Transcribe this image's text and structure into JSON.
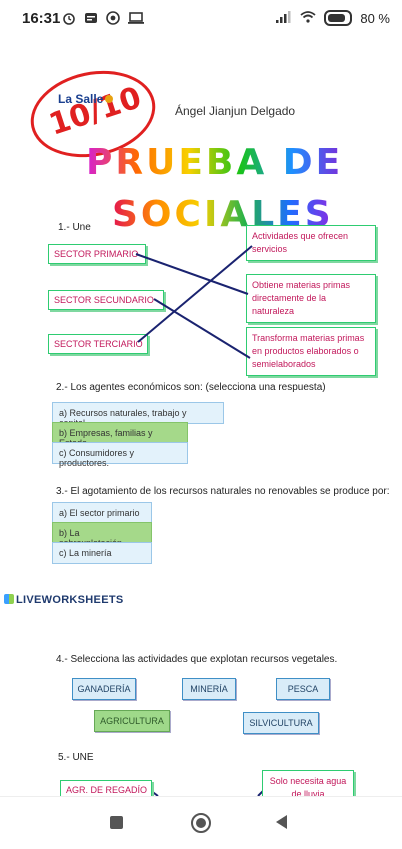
{
  "status_bar": {
    "time": "16:31",
    "battery": "80 %"
  },
  "header": {
    "logo": "La Salle",
    "stamp": "10/10",
    "student": "Ángel Jianjun Delgado",
    "title_line1": "PRUEBA DE",
    "title_line2": "SOCIALES"
  },
  "q1": {
    "label": "1.- Une",
    "left": [
      "SECTOR PRIMARIO",
      "SECTOR SECUNDARIO",
      "SECTOR TERCIARIO"
    ],
    "right": [
      "Actividades que ofrecen servicios",
      "Obtiene materias primas directamente de la naturaleza",
      "Transforma materias primas en productos elaborados o semielaborados"
    ]
  },
  "q2": {
    "label": "2.- Los agentes económicos son: (selecciona una respuesta)",
    "options": [
      "a) Recursos naturales, trabajo y capital.",
      "b) Empresas, familias y Estado.",
      "c) Consumidores y productores."
    ],
    "selected": 1
  },
  "q3": {
    "label": "3.- El agotamiento de los recursos naturales no renovables se produce por:",
    "options": [
      "a) El sector primario",
      "b) La sobrexplotación",
      "c) La minería"
    ],
    "selected": 1
  },
  "brand": "LIVEWORKSHEETS",
  "q4": {
    "label": "4.- Selecciona las actividades que explotan recursos vegetales.",
    "options": [
      "GANADERÍA",
      "MINERÍA",
      "PESCA",
      "AGRICULTURA",
      "SILVICULTURA"
    ]
  },
  "q5": {
    "label": "5.- UNE",
    "left_item": "AGR. DE REGADÍO",
    "right_item": "Solo necesita agua de lluvia"
  },
  "colors": {
    "match_line": "#1a2370",
    "box_text": "#c2185b",
    "box_border": "#2ecc71"
  }
}
